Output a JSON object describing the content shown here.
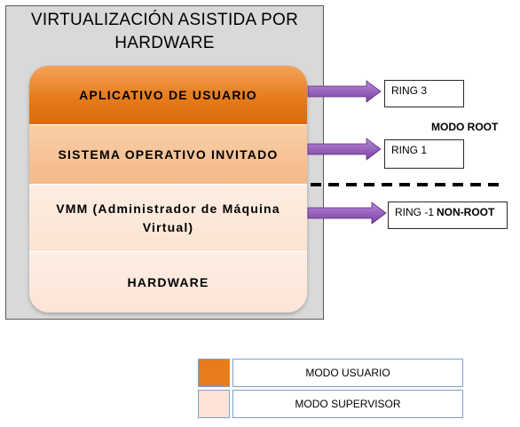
{
  "title": "VIRTUALIZACIÓN ASISTIDA POR HARDWARE",
  "layers": [
    {
      "label": "APLICATIVO DE USUARIO",
      "color": "#e67c1c"
    },
    {
      "label": "SISTEMA OPERATIVO INVITADO",
      "color": "#f5b888"
    },
    {
      "label": "VMM (Administrador de Máquina Virtual)",
      "color": "#fbe3d2"
    },
    {
      "label": "HARDWARE",
      "color": "#fde3d6"
    }
  ],
  "rings": [
    {
      "label": "RING 3",
      "suffix": ""
    },
    {
      "label": "RING 1",
      "suffix": ""
    },
    {
      "label": "RING -1",
      "suffix": "NON-ROOT"
    }
  ],
  "modo_root": "MODO ROOT",
  "arrow_color": "#8a4db0",
  "legend": [
    {
      "label": "MODO USUARIO",
      "color": "#e67c1c"
    },
    {
      "label": "MODO SUPERVISOR",
      "color": "#fde3d6"
    }
  ]
}
